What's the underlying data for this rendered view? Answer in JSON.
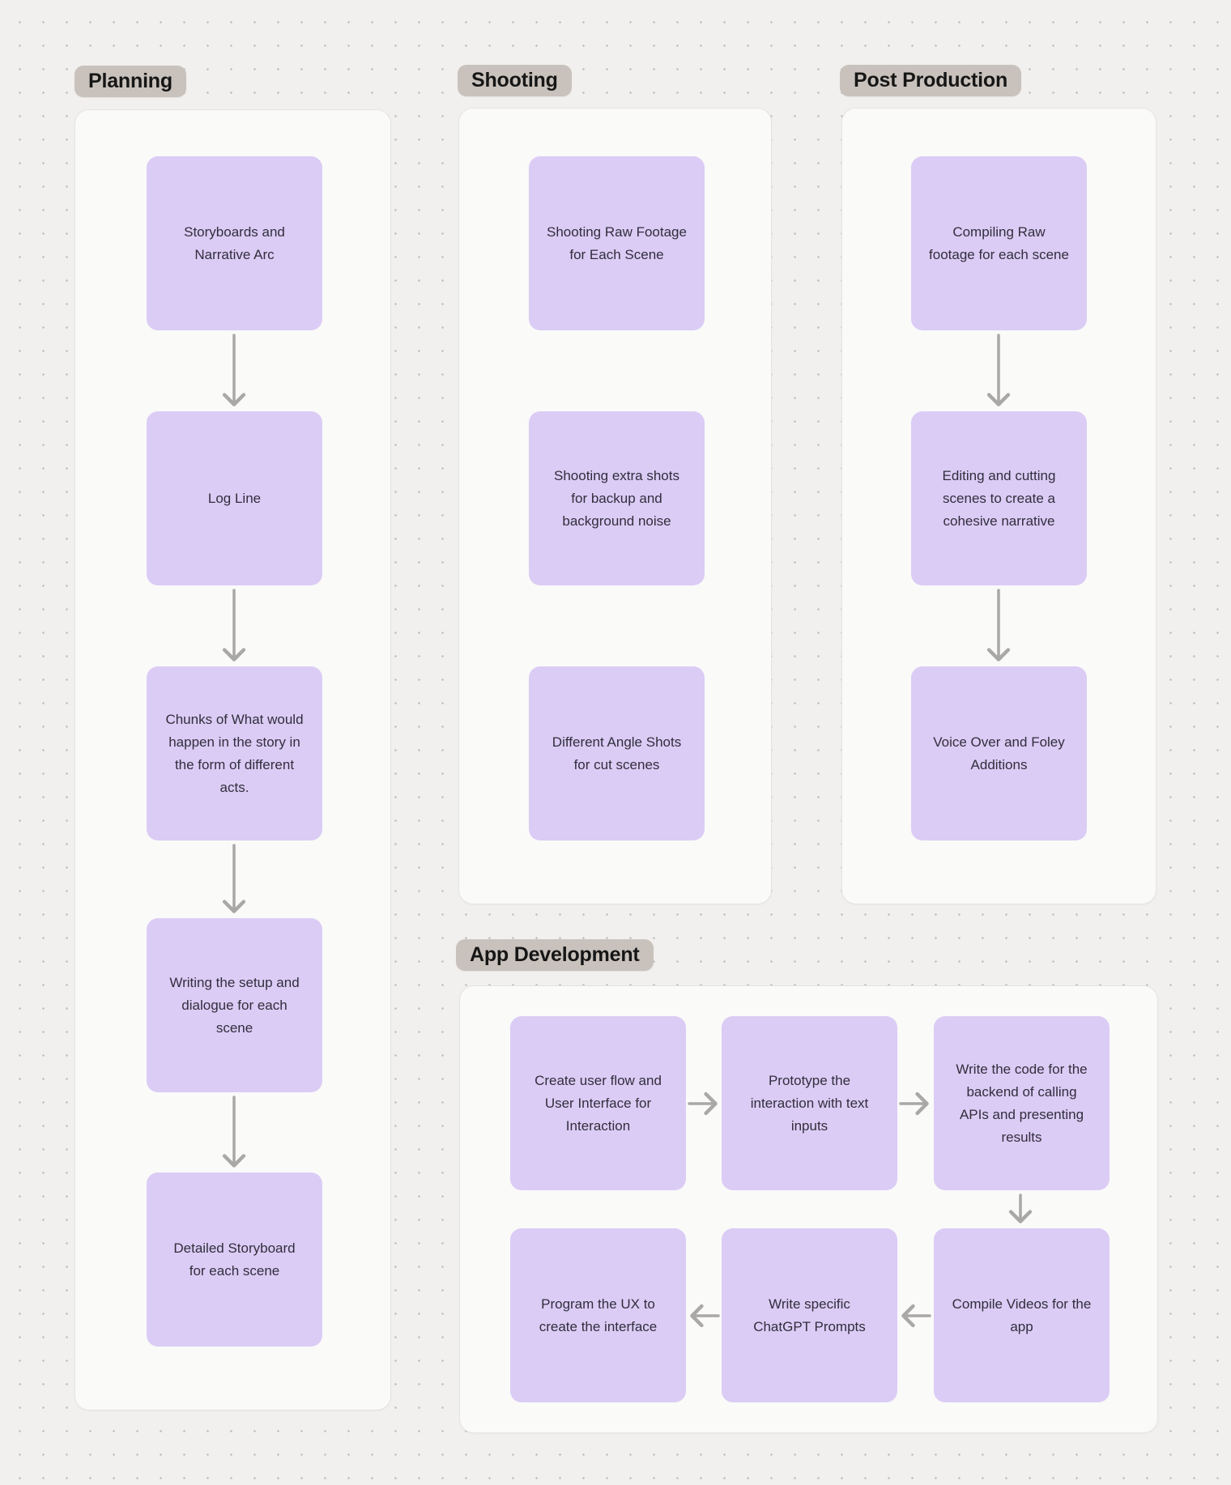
{
  "app": {
    "type": "whiteboard-flowchart",
    "colors": {
      "canvas_bg": "#f1f0ee",
      "dot_grid": "#c6c4c1",
      "panel_bg": "#fafaf9",
      "panel_border": "#e6e4e1",
      "node_bg": "#dbccf5",
      "node_text": "#312e3d",
      "badge_bg": "#c9c2bc",
      "badge_text": "#161616",
      "arrow": "#a9a8a6"
    }
  },
  "sections": [
    {
      "id": "planning",
      "label": "Planning",
      "nodes": [
        {
          "text": "Storyboards and Narrative Arc"
        },
        {
          "text": "Log Line"
        },
        {
          "text": "Chunks of What would happen in the story in the form of different acts."
        },
        {
          "text": "Writing the setup and dialogue for each scene"
        },
        {
          "text": "Detailed Storyboard for each scene"
        }
      ],
      "connections": [
        {
          "from": 0,
          "to": 1
        },
        {
          "from": 1,
          "to": 2
        },
        {
          "from": 2,
          "to": 3
        },
        {
          "from": 3,
          "to": 4
        }
      ]
    },
    {
      "id": "shooting",
      "label": "Shooting",
      "nodes": [
        {
          "text": "Shooting Raw Footage for Each Scene"
        },
        {
          "text": "Shooting extra shots for backup and background noise"
        },
        {
          "text": "Different Angle Shots for cut scenes"
        }
      ],
      "connections": []
    },
    {
      "id": "post-production",
      "label": "Post Production",
      "nodes": [
        {
          "text": "Compiling Raw footage for each scene"
        },
        {
          "text": "Editing and cutting scenes to create a cohesive narrative"
        },
        {
          "text": "Voice Over and Foley Additions"
        }
      ],
      "connections": [
        {
          "from": 0,
          "to": 1
        },
        {
          "from": 1,
          "to": 2
        }
      ]
    },
    {
      "id": "app-development",
      "label": "App Development",
      "nodes": [
        {
          "text": "Create user flow and User Interface for Interaction"
        },
        {
          "text": "Prototype the interaction with text inputs"
        },
        {
          "text": "Write the code for the backend of calling APIs and presenting results"
        },
        {
          "text": "Program the UX to create the interface"
        },
        {
          "text": "Write specific ChatGPT Prompts"
        },
        {
          "text": "Compile Videos for the app"
        }
      ],
      "connections": [
        {
          "from": 0,
          "to": 1
        },
        {
          "from": 1,
          "to": 2
        },
        {
          "from": 2,
          "to": 5
        },
        {
          "from": 5,
          "to": 4
        },
        {
          "from": 4,
          "to": 3
        }
      ]
    }
  ]
}
